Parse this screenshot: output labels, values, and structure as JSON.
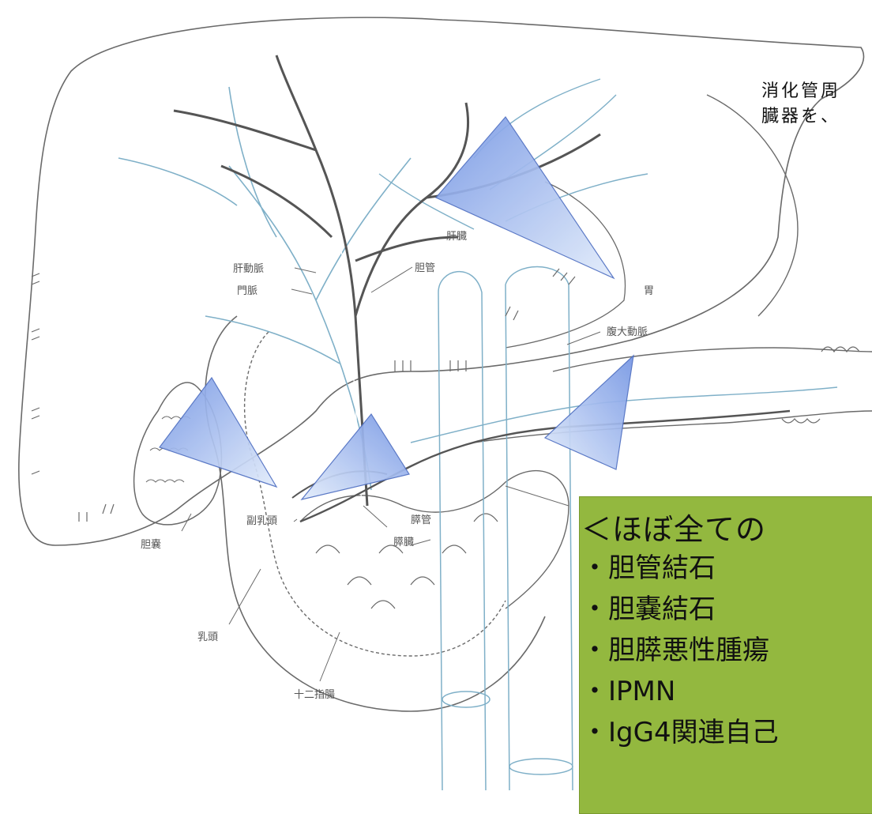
{
  "intro": {
    "line1": "消化管周",
    "line2": "臓器を、"
  },
  "labels": {
    "liver": "肝臓",
    "hepatic_artery": "肝動脈",
    "portal_vein": "門脈",
    "bile_duct": "胆管",
    "stomach": "胃",
    "aorta": "腹大動脈",
    "minor_papilla": "副乳頭",
    "pancreatic_duct": "膵管",
    "pancreas": "膵臓",
    "gallbladder": "胆嚢",
    "papilla": "乳頭",
    "duodenum": "十二指腸"
  },
  "box": {
    "heading": "＜ほぼ全ての",
    "items": [
      "・胆管結石",
      "・胆嚢結石",
      "・胆膵悪性腫瘍",
      "・IPMN",
      "・IgG4関連自己"
    ]
  },
  "colors": {
    "outline": "#6a6a6a",
    "vessel": "#7fb0c8",
    "arrow_fill_light": "#e2ecfb",
    "arrow_fill_dark": "#7596e4",
    "arrow_stroke": "#4f6fc2",
    "box_fill": "#93b83f"
  }
}
